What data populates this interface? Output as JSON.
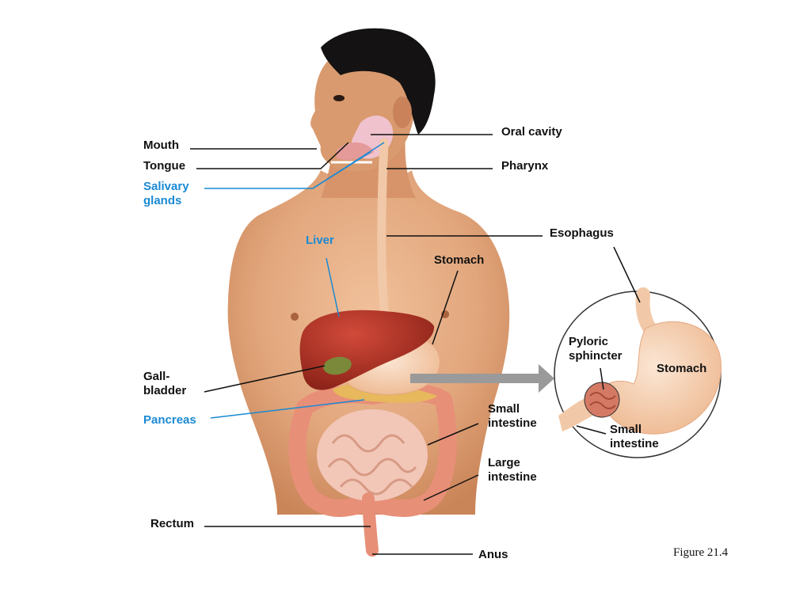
{
  "colors": {
    "skin": "#e2a67c",
    "skin_shadow": "#c98457",
    "hair": "#141212",
    "liver": "#b8372b",
    "gallbladder": "#7a8a3a",
    "stomach": "#f3cfb1",
    "pancreas": "#e7b85c",
    "intestine": "#e88f78",
    "small_intestine": "#f2c7b8",
    "esophagus": "#f2c9a8",
    "salivary": "#f3c6d8",
    "label_blue": "#1a8ad4",
    "label_black": "#111111",
    "arrow": "#9a9a9a"
  },
  "labels": {
    "mouth": "Mouth",
    "tongue": "Tongue",
    "salivary": "Salivary\nglands",
    "liver": "Liver",
    "gallbladder": "Gall-\nbladder",
    "pancreas": "Pancreas",
    "rectum": "Rectum",
    "oral_cavity": "Oral cavity",
    "pharynx": "Pharynx",
    "esophagus": "Esophagus",
    "stomach_main": "Stomach",
    "small_intestine_main": "Small\nintestine",
    "large_intestine": "Large\nintestine",
    "anus": "Anus",
    "inset_pyloric": "Pyloric\nsphincter",
    "inset_stomach": "Stomach",
    "inset_small_intestine": "Small\nintestine"
  },
  "figure_number": "Figure 21.4"
}
